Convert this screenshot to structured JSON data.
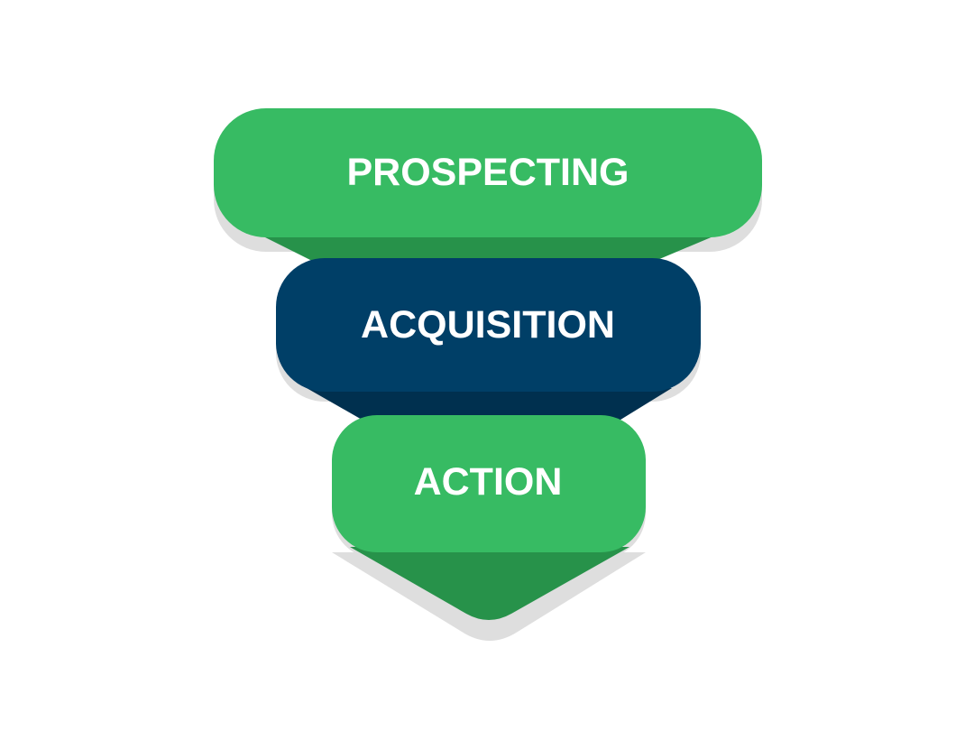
{
  "stages": [
    {
      "label": "PROSPECTING",
      "color": "#37bb63",
      "shade": "#27924a"
    },
    {
      "label": "ACQUISITION",
      "color": "#003f67",
      "shade": "#00304f"
    },
    {
      "label": "ACTION",
      "color": "#37bb63",
      "shade": "#27924a"
    }
  ],
  "shadow_color": "#dedede",
  "background": "#ffffff"
}
